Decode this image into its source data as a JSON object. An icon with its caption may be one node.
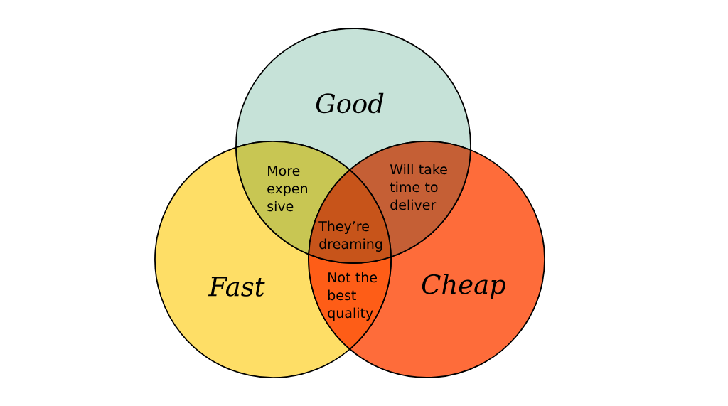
{
  "diagram": {
    "nodes": [
      {
        "text": [
          "Good"
        ]
      },
      {
        "text": [
          "Fast"
        ]
      },
      {
        "text": [
          "Cheap"
        ]
      }
    ],
    "labels": [
      "More expen sive",
      "Will take time to deliver",
      "They’re dreaming",
      "Not the best quality"
    ]
  }
}
